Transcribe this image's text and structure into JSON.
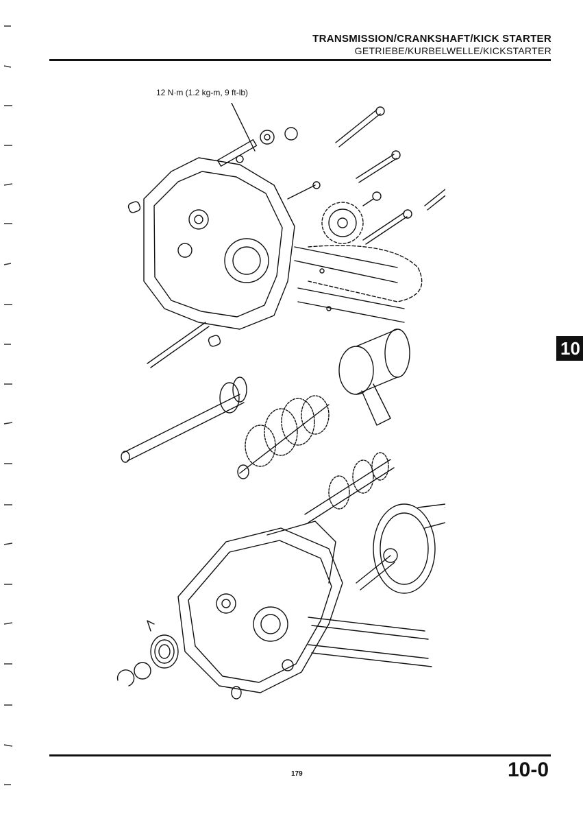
{
  "header": {
    "title": "TRANSMISSION/CRANKSHAFT/KICK STARTER",
    "subtitle": "GETRIEBE/KURBELWELLE/KICKSTARTER"
  },
  "diagram": {
    "torque_callout": "12 N·m (1.2 kg-m, 9 ft-lb)"
  },
  "side_tab": {
    "label": "10"
  },
  "footer": {
    "page_number": "179",
    "section_number": "10-0"
  }
}
